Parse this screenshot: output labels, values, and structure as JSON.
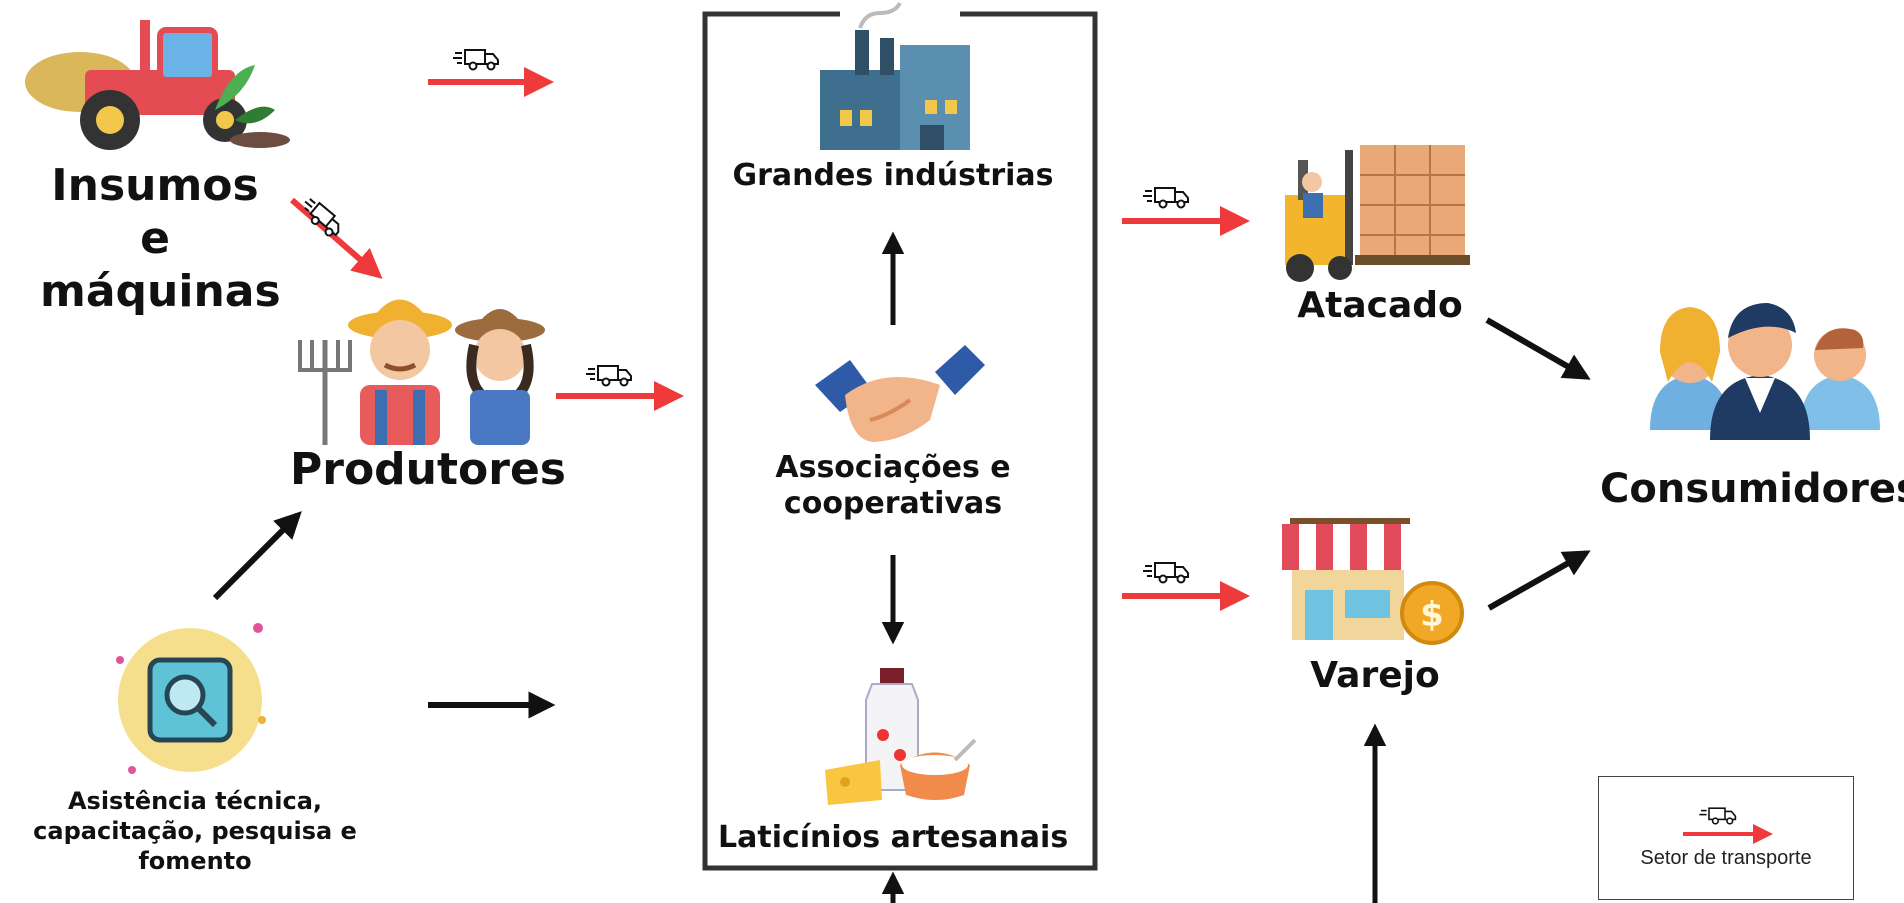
{
  "nodes": {
    "insumos": "Insumos e\nmáquinas",
    "produtores": "Produtores",
    "assistencia": "Asistência técnica,\ncapacitação, pesquisa e\nfomento",
    "grandes_industrias": "Grandes indústrias",
    "associacoes": "Associações e\ncooperativas",
    "laticinios": "Laticínios artesanais",
    "atacado": "Atacado",
    "varejo": "Varejo",
    "consumidores": "Consumidores"
  },
  "legend": {
    "label": "Setor de transporte"
  },
  "icons": {
    "transport": "truck-icon",
    "insumos": "tractor-icon",
    "produtores": "farmers-icon",
    "assistencia": "magnifier-icon",
    "grandes_industrias": "factory-icon",
    "associacoes": "handshake-icon",
    "laticinios": "dairy-icon",
    "atacado": "forklift-icon",
    "varejo": "store-icon",
    "consumidores": "people-icon"
  },
  "colors": {
    "transport_arrow": "#ee3a3a",
    "flow_arrow": "#111111",
    "box_border": "#333333"
  }
}
